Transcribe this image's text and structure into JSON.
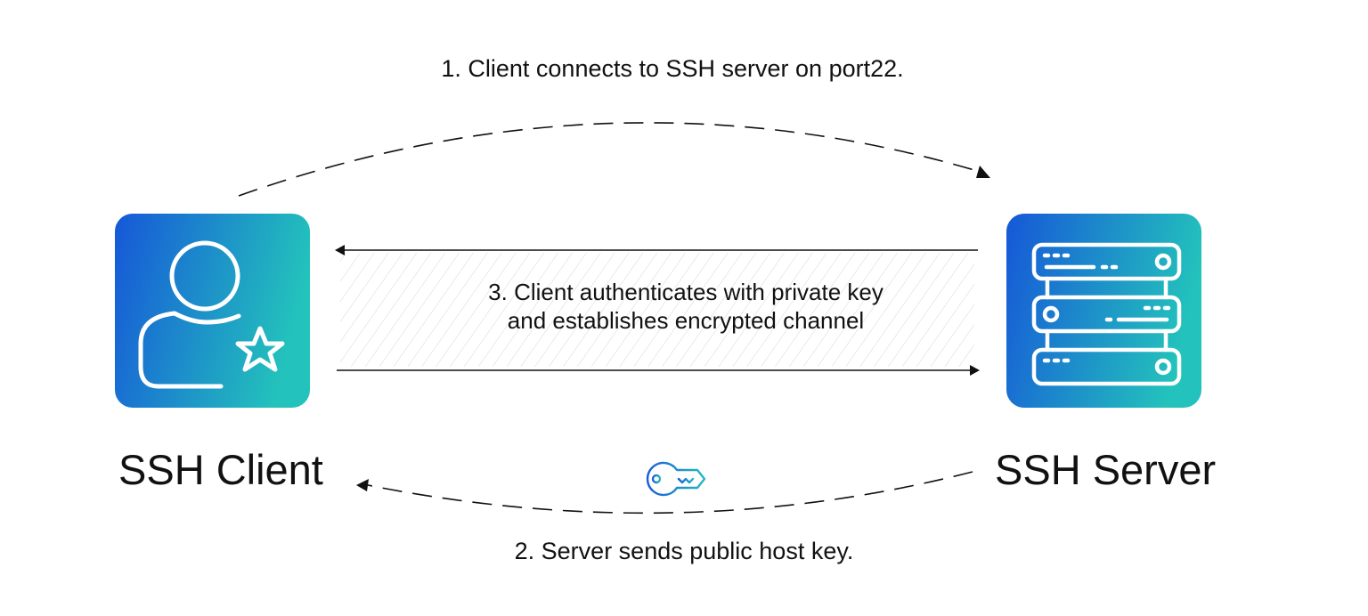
{
  "steps": {
    "step1": "1. Client connects to SSH server on port22.",
    "step2": "2. Server sends public host key.",
    "step3_line1": "3. Client authenticates with private key",
    "step3_line2": "and establishes encrypted channel"
  },
  "nodes": {
    "client": {
      "label": "SSH Client",
      "icon": "user-star-icon"
    },
    "server": {
      "label": "SSH Server",
      "icon": "server-stack-icon"
    }
  },
  "icons": {
    "key": "key-icon"
  },
  "colors": {
    "gradient_start": "#1657d8",
    "gradient_end": "#23c2bc",
    "arrow": "#111111",
    "key_stroke": "#1f7fd4",
    "hatch": "#d8d8d8"
  }
}
